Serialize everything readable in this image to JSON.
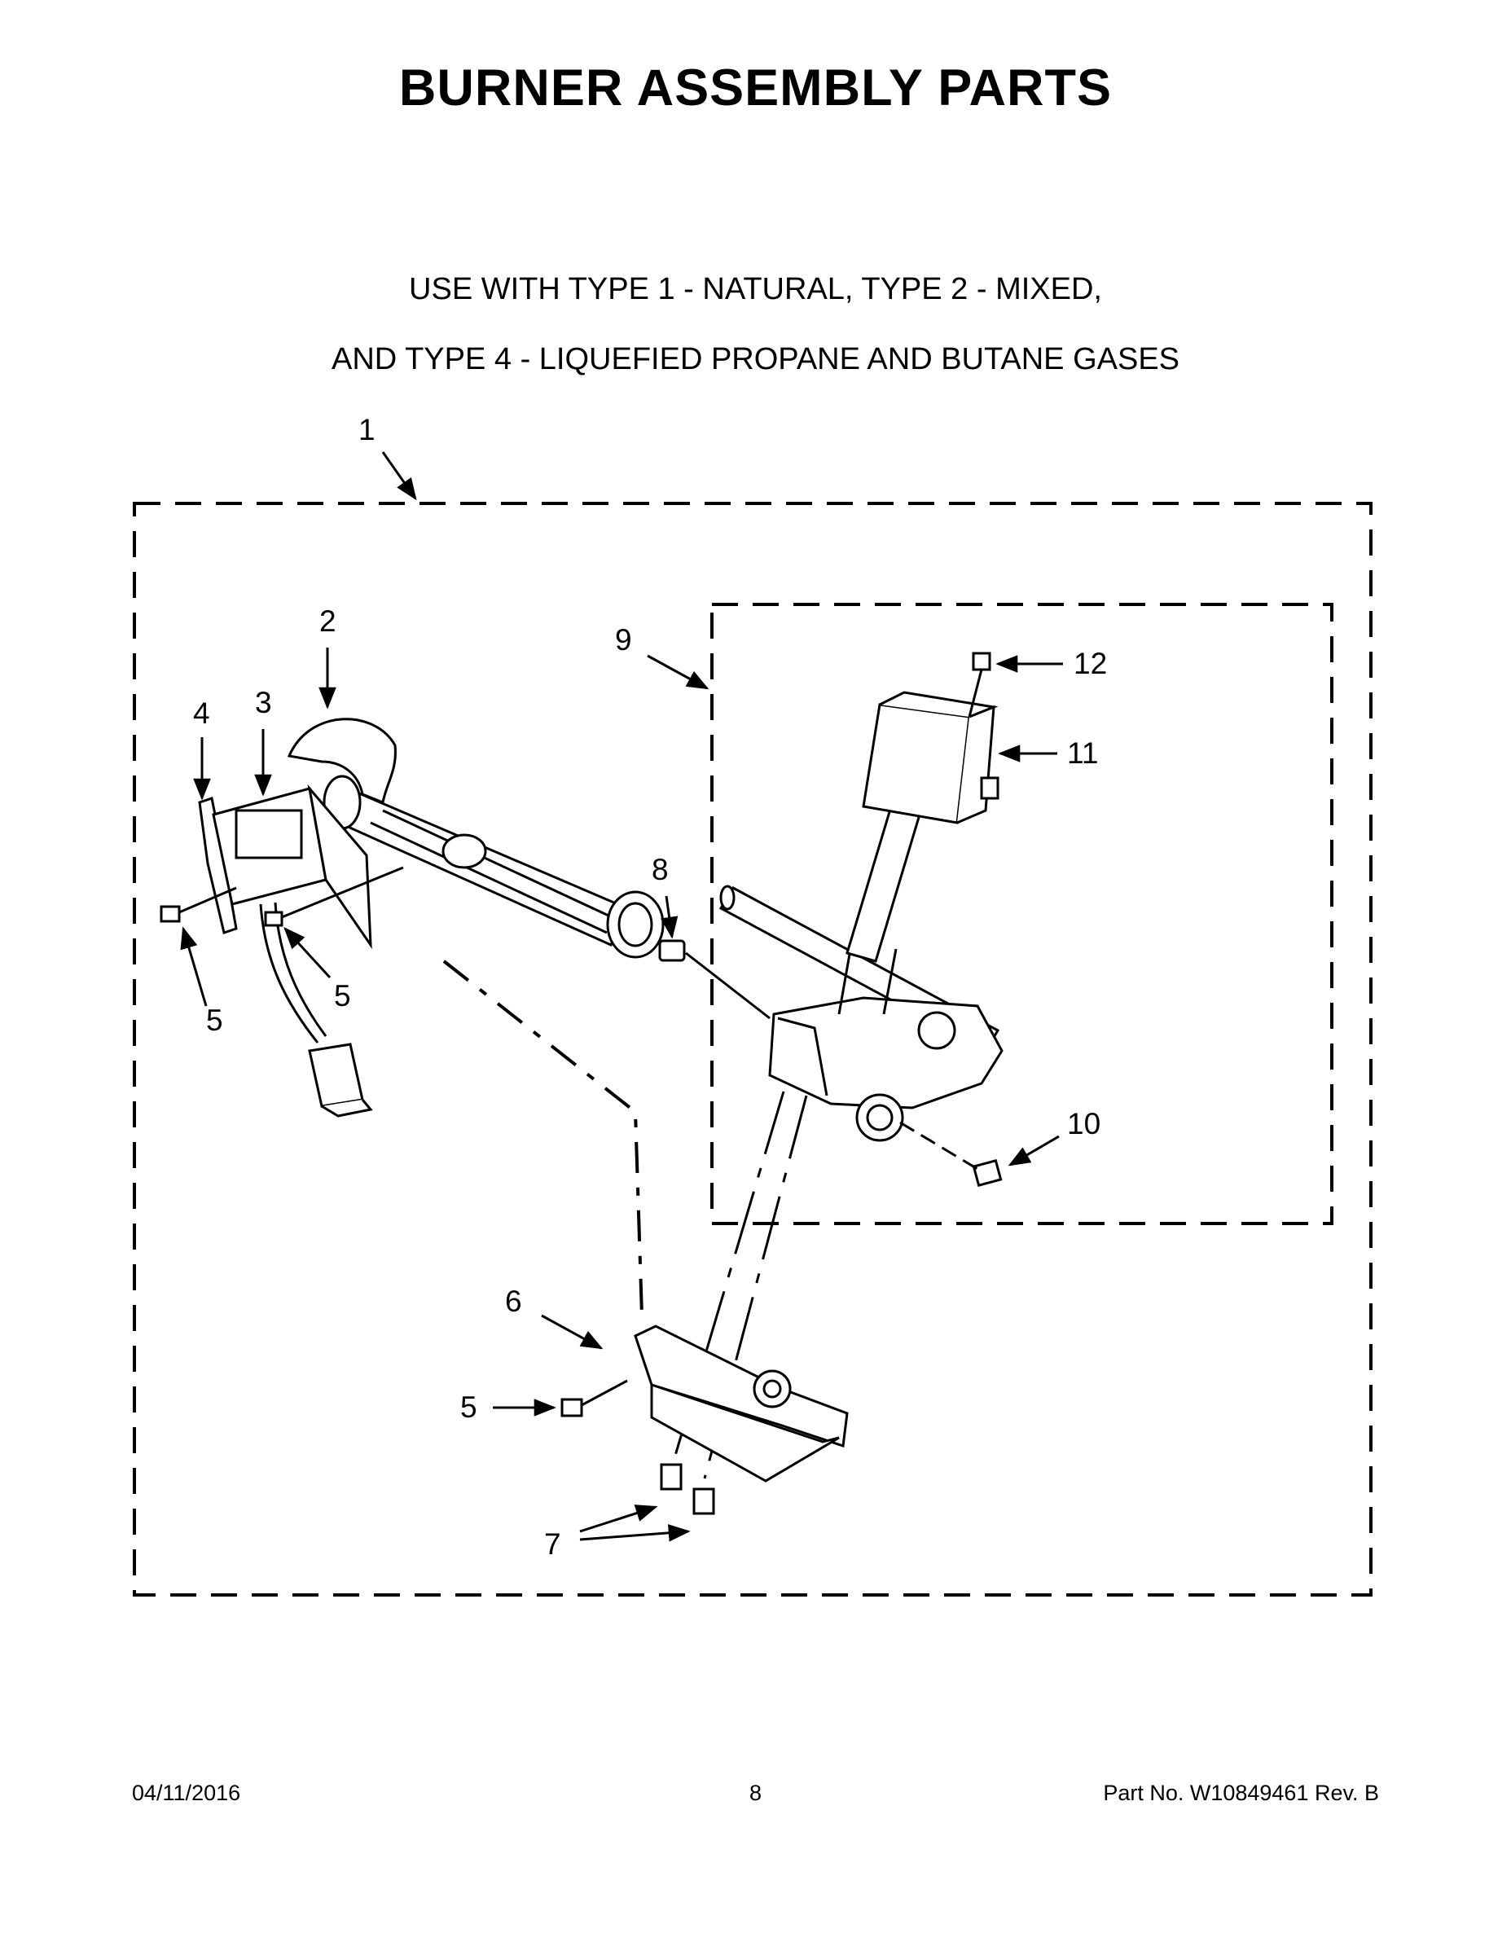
{
  "page": {
    "title": "BURNER ASSEMBLY PARTS",
    "subtitle_line1": "USE WITH TYPE 1 - NATURAL, TYPE 2 - MIXED,",
    "subtitle_line2": "AND TYPE 4 - LIQUEFIED PROPANE AND BUTANE GASES"
  },
  "callouts": {
    "c1": "1",
    "c2": "2",
    "c3": "3",
    "c4": "4",
    "c5a": "5",
    "c5b": "5",
    "c5c": "5",
    "c6": "6",
    "c7": "7",
    "c8": "8",
    "c9": "9",
    "c10": "10",
    "c11": "11",
    "c12": "12"
  },
  "footer": {
    "date": "04/11/2016",
    "page_number": "8",
    "part_number": "Part No.  W10849461  Rev.  B"
  }
}
